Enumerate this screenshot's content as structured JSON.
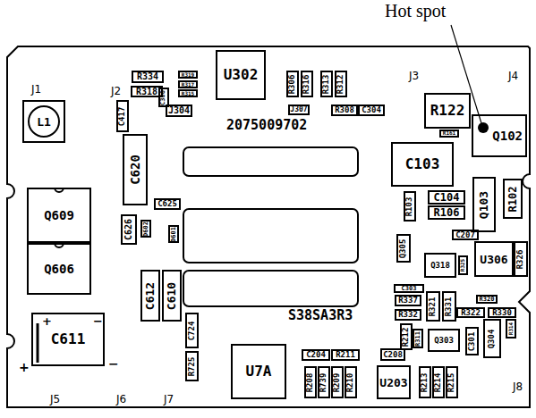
{
  "diagram": {
    "nodes": [
      {
        "text": [
          "U302"
        ]
      },
      {
        "text": [
          "R334"
        ]
      },
      {
        "text": [
          "R318"
        ]
      },
      {
        "text": [
          "R319"
        ]
      },
      {
        "text": [
          "R317"
        ]
      },
      {
        "text": [
          "R315"
        ]
      },
      {
        "text": [
          "R306"
        ]
      },
      {
        "text": [
          "R316"
        ]
      },
      {
        "text": [
          "R313"
        ]
      },
      {
        "text": [
          "R312"
        ]
      },
      {
        "text": [
          "R122"
        ]
      },
      {
        "text": [
          "L1"
        ]
      },
      {
        "text": [
          "C417"
        ]
      },
      {
        "text": [
          "C306"
        ]
      },
      {
        "text": [
          "J304"
        ]
      },
      {
        "text": [
          "J307"
        ]
      },
      {
        "text": [
          "R308"
        ]
      },
      {
        "text": [
          "C304"
        ]
      },
      {
        "text": [
          "Q102"
        ]
      },
      {
        "text": [
          "R161"
        ]
      },
      {
        "text": [
          "C620"
        ]
      },
      {
        "text": [
          "C103"
        ]
      },
      {
        "text": [
          "Q103"
        ]
      },
      {
        "text": [
          "R102"
        ]
      },
      {
        "text": [
          "Q609"
        ]
      },
      {
        "text": [
          "R103"
        ]
      },
      {
        "text": [
          "C104"
        ]
      },
      {
        "text": [
          "R106"
        ]
      },
      {
        "text": [
          "C625"
        ]
      },
      {
        "text": [
          "C626"
        ]
      },
      {
        "text": [
          "D602"
        ]
      },
      {
        "text": [
          "D601"
        ]
      },
      {
        "text": [
          "C207"
        ]
      },
      {
        "text": [
          "Q305"
        ]
      },
      {
        "text": [
          "U306"
        ]
      },
      {
        "text": [
          "R326"
        ]
      },
      {
        "text": [
          "Q606"
        ]
      },
      {
        "text": [
          "Q318"
        ]
      },
      {
        "text": [
          "R325"
        ]
      },
      {
        "text": [
          "C612"
        ]
      },
      {
        "text": [
          "C610"
        ]
      },
      {
        "text": [
          "C303"
        ]
      },
      {
        "text": [
          "R337"
        ]
      },
      {
        "text": [
          "R321"
        ]
      },
      {
        "text": [
          "R331"
        ]
      },
      {
        "text": [
          "R320"
        ]
      },
      {
        "text": [
          "R322"
        ]
      },
      {
        "text": [
          "R330"
        ]
      },
      {
        "text": [
          "R332"
        ]
      },
      {
        "text": [
          "C611"
        ]
      },
      {
        "text": [
          "C724"
        ]
      },
      {
        "text": [
          "Q304"
        ]
      },
      {
        "text": [
          "R314"
        ]
      },
      {
        "text": [
          "R212"
        ]
      },
      {
        "text": [
          "R311"
        ]
      },
      {
        "text": [
          "Q303"
        ]
      },
      {
        "text": [
          "C301"
        ]
      },
      {
        "text": [
          "C204"
        ]
      },
      {
        "text": [
          "R211"
        ]
      },
      {
        "text": [
          "C208"
        ]
      },
      {
        "text": [
          "R725"
        ]
      },
      {
        "text": [
          "U7A"
        ]
      },
      {
        "text": [
          "R208"
        ]
      },
      {
        "text": [
          "R739"
        ]
      },
      {
        "text": [
          "R209"
        ]
      },
      {
        "text": [
          "R210"
        ]
      },
      {
        "text": [
          "U203"
        ]
      },
      {
        "text": [
          "R213"
        ]
      },
      {
        "text": [
          "R214"
        ]
      },
      {
        "text": [
          "R215"
        ]
      }
    ],
    "labels": [
      "Hot spot",
      "J1",
      "J2",
      "J3",
      "J4",
      "2075009702",
      "+",
      "−",
      "+",
      "−",
      "S38SA3R3",
      "J5",
      "J6",
      "J7",
      "J8"
    ]
  }
}
